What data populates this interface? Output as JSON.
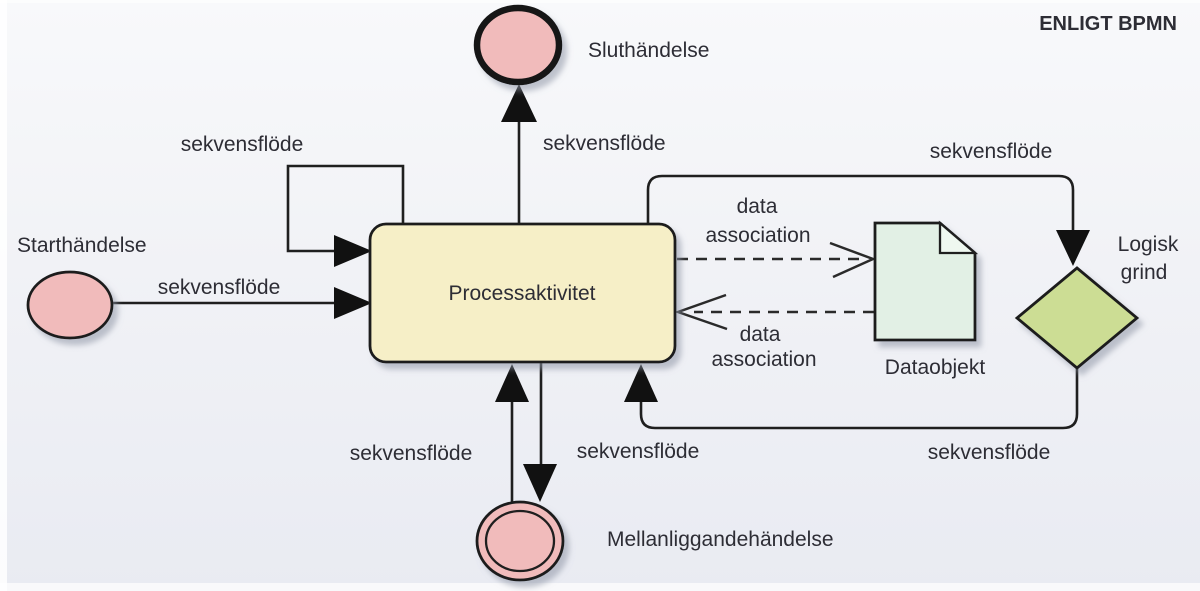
{
  "badge": {
    "text": "ENLIGT BPMN"
  },
  "nodes": {
    "start_event": {
      "label": "Starthändelse"
    },
    "end_event": {
      "label": "Sluthändelse"
    },
    "intermediate_event": {
      "label": "Mellanliggandehändelse"
    },
    "process_activity": {
      "label": "Processaktivitet"
    },
    "data_object": {
      "label": "Dataobjekt"
    },
    "gateway": {
      "label_line1": "Logisk",
      "label_line2": "grind"
    }
  },
  "flows": {
    "self_loop": {
      "label": "sekvensflöde"
    },
    "start_to_activity": {
      "label": "sekvensflöde"
    },
    "activity_to_end": {
      "label": "sekvensflöde"
    },
    "activity_to_gateway": {
      "label": "sekvensflöde"
    },
    "intermediate_to_activity": {
      "label": "sekvensflöde"
    },
    "activity_to_intermediate": {
      "label": "sekvensflöde"
    },
    "gateway_to_activity": {
      "label": "sekvensflöde"
    },
    "data_association_out": {
      "label_line1": "data",
      "label_line2": "association"
    },
    "data_association_in": {
      "label_line1": "data",
      "label_line2": "association"
    }
  },
  "colors": {
    "badge": "#b22018",
    "event_fill": "#f1bbbb",
    "activity_fill": "#f6efc7",
    "data_object_fill": "#e2f0e5",
    "data_object_fold_fill": "#eff8f0",
    "gateway_fill": "#ccdd94",
    "line": "#1f1f1f",
    "text": "#2d2d35"
  }
}
